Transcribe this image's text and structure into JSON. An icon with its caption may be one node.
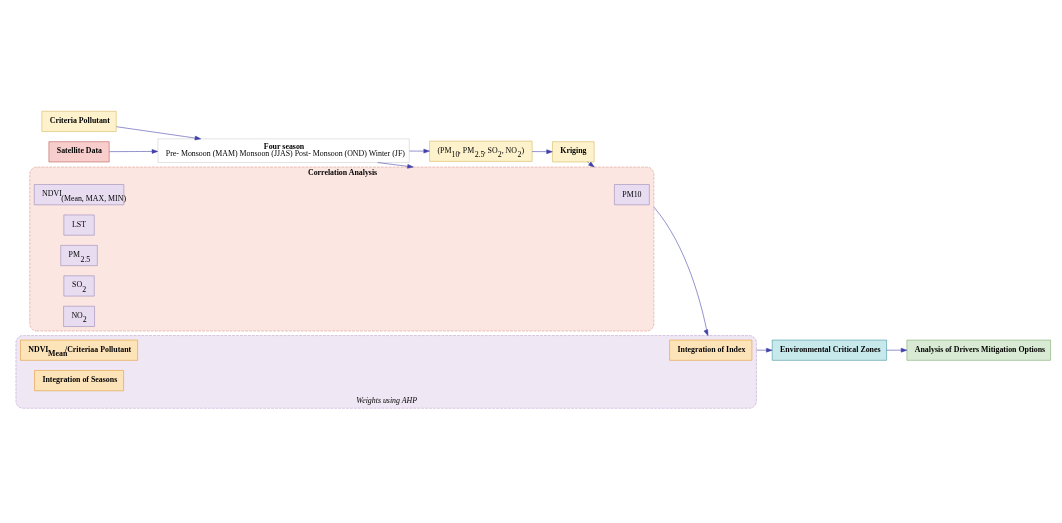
{
  "diagram": {
    "nodes": [
      {
        "text": [
          "Criteria Pollutant"
        ]
      },
      {
        "text": [
          "Satellite Data"
        ]
      },
      {
        "text": [
          "Four season",
          "Pre- Monsoon (MAM) Monsoon (JJAS) Post- Monsoon (OND) Winter (JF)"
        ]
      },
      {
        "text": [
          "(PM$_{10}$, PM$_{2.5}$, SO$_{2}$, NO$_{2}$)"
        ]
      },
      {
        "text": [
          "Kriging"
        ]
      },
      {
        "text": [
          "Correlation Analysis"
        ]
      },
      {
        "text": [
          "NDVI$_{(Mean, MAX, MIN)}$"
        ],
        "in": 5
      },
      {
        "text": [
          "LST"
        ],
        "in": 5
      },
      {
        "text": [
          "PM$_{2.5}$"
        ],
        "in": 5
      },
      {
        "text": [
          "PM10"
        ],
        "in": 5
      },
      {
        "text": [
          "SO$_{2}$"
        ],
        "in": 5
      },
      {
        "text": [
          "NO$_{2}$"
        ],
        "in": 5
      },
      {
        "text": [
          "Weights using AHP"
        ]
      },
      {
        "text": [
          "NDVI$_{Mean}$/Criteriaa Pollutant"
        ],
        "in": 12
      },
      {
        "text": [
          "Integration of Index"
        ],
        "in": 12
      },
      {
        "text": [
          "Integration of Seasons"
        ],
        "in": 12
      },
      {
        "text": [
          "Environmental Critical Zones"
        ]
      },
      {
        "text": [
          "Analysis of Drivers Mitigation Options"
        ]
      }
    ],
    "edges": [
      {
        "from": 0,
        "to": 2,
        "arrow": "to"
      },
      {
        "from": 1,
        "to": 2,
        "arrow": "to"
      },
      {
        "from": 2,
        "to": 3,
        "arrow": "to"
      },
      {
        "from": 3,
        "to": 4,
        "arrow": "to"
      },
      {
        "from": 2,
        "to": 5,
        "arrow": "to"
      },
      {
        "from": 4,
        "to": 5,
        "arrow": "to"
      },
      {
        "from": 5,
        "to": 12,
        "arrow": "to"
      },
      {
        "from": 12,
        "to": 16,
        "arrow": "to"
      },
      {
        "from": 16,
        "to": 17,
        "arrow": "to"
      }
    ]
  }
}
